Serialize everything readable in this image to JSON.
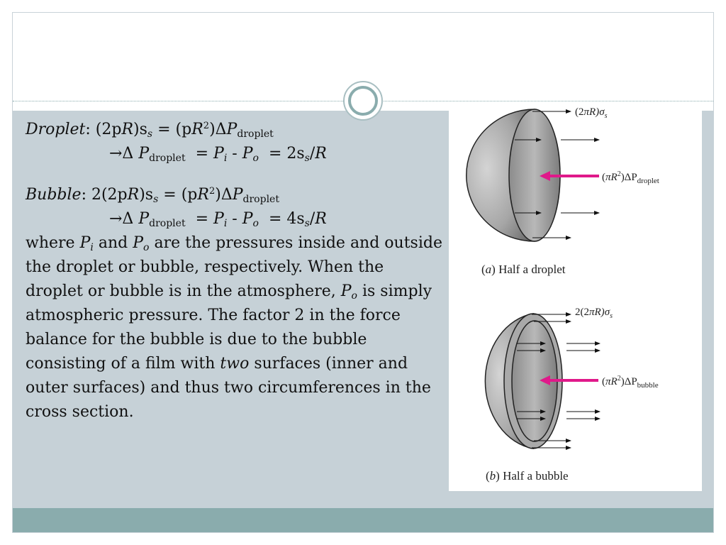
{
  "droplet_eq": {
    "label": "Droplet",
    "line1_rest_a": ": (2p",
    "var_R": "R",
    "line1_rest_b": ")s",
    "sub_s": "s",
    "line1_rest_c": " = (p",
    "R_sq": "R",
    "sq": "2",
    "line1_rest_d": ")Δ",
    "var_P": "P",
    "sub_droplet": "droplet",
    "arrow": "→Δ ",
    "line2_P": "P",
    "line2_sub": "droplet",
    "line2_eq": "  = ",
    "Pi": "P",
    "sub_i": "i",
    "minus": " - ",
    "Po": "P",
    "sub_o": "o",
    "line2_tail": "  = 2s",
    "tail_sub": "s",
    "over": "/",
    "tail_R": "R"
  },
  "bubble_eq": {
    "label": "Bubble",
    "line1_rest_a": ": 2(2p",
    "var_R": "R",
    "line1_rest_b": ")s",
    "sub_s": "s",
    "line1_rest_c": " = (p",
    "R_sq": "R",
    "sq": "2",
    "line1_rest_d": ")Δ",
    "var_P": "P",
    "sub_droplet": "droplet",
    "arrow": "→Δ ",
    "line2_P": "P",
    "line2_sub": "droplet",
    "line2_eq": "  = ",
    "Pi": "P",
    "sub_i": "i",
    "minus": " - ",
    "Po": "P",
    "sub_o": "o",
    "line2_tail": "  = 4s",
    "tail_sub": "s",
    "over": "/",
    "tail_R": "R"
  },
  "explanation": {
    "t1": "where ",
    "Pi": "P",
    "sub_i": "i",
    "t2": " and ",
    "Po": "P",
    "sub_o": "o",
    "t3": " are the pressures inside and outside the droplet or bubble, respectively. When the droplet or bubble is in the atmosphere, ",
    "Po2": "P",
    "sub_o2": "o",
    "t4": " is simply atmospheric pressure. The factor 2 in the force balance for the bubble is due to the bubble consisting of a film with ",
    "two": "two",
    "t5": " surfaces (inner and outer surfaces) and thus two circumferences in the cross section."
  },
  "figure": {
    "droplet_top_label_a": "(2",
    "droplet_top_pi": "π",
    "droplet_top_label_b": "R)",
    "droplet_top_sigma": "σ",
    "droplet_top_sub": "s",
    "droplet_mid_label_a": "(",
    "droplet_mid_pi": "π",
    "droplet_mid_label_b": "R",
    "droplet_mid_sq": "2",
    "droplet_mid_label_c": ")ΔP",
    "droplet_mid_sub": "droplet",
    "droplet_caption_a": "(",
    "droplet_caption_letter": "a",
    "droplet_caption_b": ") Half a droplet",
    "bubble_top_label_a": "2(2",
    "bubble_top_pi": "π",
    "bubble_top_label_b": "R)",
    "bubble_top_sigma": "σ",
    "bubble_top_sub": "s",
    "bubble_mid_label_a": "(",
    "bubble_mid_pi": "π",
    "bubble_mid_label_b": "R",
    "bubble_mid_sq": "2",
    "bubble_mid_label_c": ")ΔP",
    "bubble_mid_sub": "bubble",
    "bubble_caption_a": "(",
    "bubble_caption_letter": "b",
    "bubble_caption_b": ") Half a bubble"
  },
  "colors": {
    "content_band": "#c6d1d7",
    "footer_band": "#8aacad",
    "pressure_arrow": "#e0198a"
  }
}
